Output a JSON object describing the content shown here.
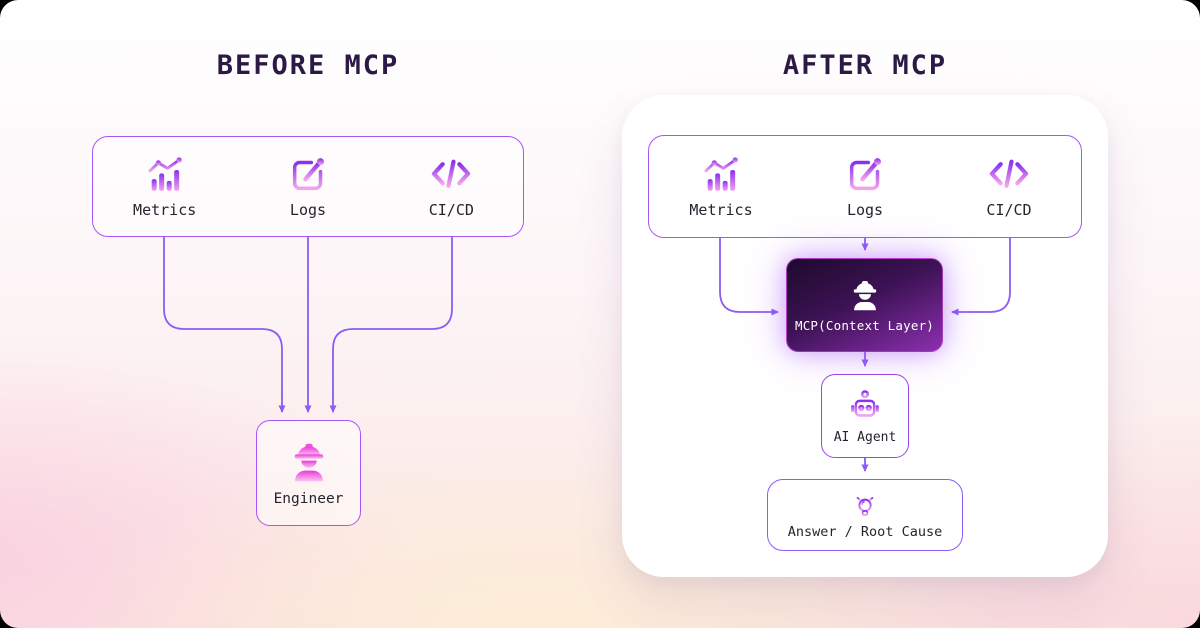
{
  "before": {
    "title": "BEFORE MCP",
    "sources": [
      {
        "label": "Metrics",
        "icon": "metrics-icon"
      },
      {
        "label": "Logs",
        "icon": "logs-icon"
      },
      {
        "label": "CI/CD",
        "icon": "cicd-icon"
      }
    ],
    "engineer": {
      "label": "Engineer",
      "icon": "engineer-icon"
    }
  },
  "after": {
    "title": "AFTER MCP",
    "sources": [
      {
        "label": "Metrics",
        "icon": "metrics-icon"
      },
      {
        "label": "Logs",
        "icon": "logs-icon"
      },
      {
        "label": "CI/CD",
        "icon": "cicd-icon"
      }
    ],
    "mcp": {
      "label": "MCP(Context Layer)",
      "icon": "engineer-icon"
    },
    "agent": {
      "label": "AI Agent",
      "icon": "robot-icon"
    },
    "answer": {
      "label": "Answer / Root Cause",
      "icon": "lightbulb-icon"
    }
  },
  "colors": {
    "connector": "#8b5cf6",
    "node_border": "#a855f7",
    "title_text": "#2b1a45",
    "label_text": "#26242e",
    "icon_gradient_top": "#8b2ff0",
    "icon_gradient_bottom": "#f2a4ec",
    "engineer_gradient_top": "#e93ad9",
    "engineer_gradient_bottom": "#f9c2f0",
    "mcp_bg_top": "#1d0a2c",
    "mcp_bg_bottom": "#8c2fb0",
    "mcp_text": "#ffffff",
    "card_bg": "#ffffff"
  }
}
